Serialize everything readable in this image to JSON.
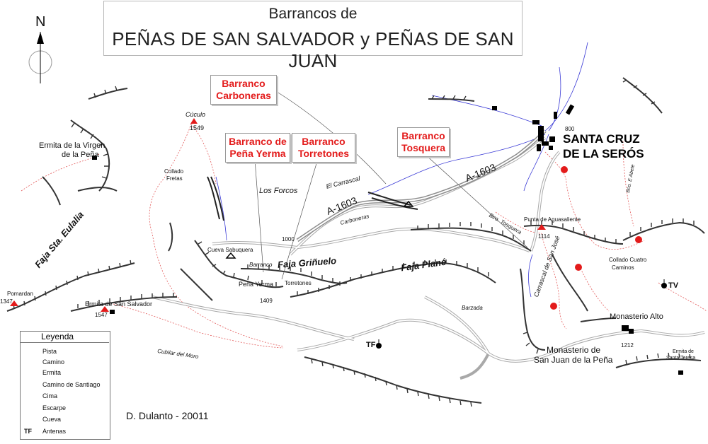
{
  "title": {
    "line1": "Barrancos de",
    "line2": "PEÑAS DE SAN SALVADOR  y PEÑAS DE SAN JUAN"
  },
  "compass": {
    "north": "N"
  },
  "callouts": {
    "carboneras": [
      "Barranco",
      "Carboneras"
    ],
    "pena_yerma": [
      "Barranco de",
      "Peña Yerma"
    ],
    "torretones": [
      "Barranco",
      "Torretones"
    ],
    "tosquera": [
      "Barranco",
      "Tosquera"
    ]
  },
  "town": [
    "SANTA CRUZ",
    "DE LA SERÓS"
  ],
  "places": {
    "cuculo": "Cúculo",
    "cuculo_alt": "1549",
    "ermita_virgen_1": "Ermita de la Virgen",
    "ermita_virgen_2": "de la Peña",
    "collado_fretas_1": "Collado",
    "collado_fretas_2": "Fretas",
    "los_forcos": "Los Forcos",
    "el_carrascal": "El Carrascal",
    "road_a1603_a": "A-1603",
    "road_a1603_b": "A-1603",
    "carboneras": "Carboneras",
    "alt_1000": "1000",
    "cueva_sabuquera": "Cueva Sabuquera",
    "barranco_small": "Barranco",
    "faja_grinuelo": "Faja Griñuelo",
    "faja_plane": "Faja Plané",
    "pena_yerma": "Peña Yerma",
    "torretones": "Torretones",
    "alt_1409": "1409",
    "faja_sta_eulalia": "Faja Sta. Eulalia",
    "pomardan": "Pomardan",
    "alt_1347": "1347",
    "ermita_san_salvador": "Ermita de San Salvador",
    "alt_1547": "1547",
    "cubilar_del_moro": "Cubilar del Moro",
    "barzada": "Barzada",
    "tf_1": "TF",
    "bco_tosquera": "Bco. Tosquera",
    "punta_aguasaliente": "Punta de Aguasaliente",
    "alt_1114": "1114",
    "carrascal_san_jose": "Carrascal de San José",
    "bco_abete": "Bco. E Abete",
    "alt_800": "800",
    "collado_cuatro_1": "Collado Cuatro",
    "collado_cuatro_2": "Caminos",
    "tv": "TV",
    "monasterio_alto": "Monasterio Alto",
    "alt_1212": "1212",
    "monasterio_sj_1": "Monasterio de",
    "monasterio_sj_2": "San Juan de la Peña",
    "ermita_teresa_1": "Ermita de",
    "ermita_teresa_2": "Santa Teresa"
  },
  "legend": {
    "title": "Leyenda",
    "items": [
      {
        "label": "Pista",
        "icon": "track-icon"
      },
      {
        "label": "Camino",
        "icon": "path-icon"
      },
      {
        "label": "Ermita",
        "icon": "hermitage-icon"
      },
      {
        "label": "Camino de Santiago",
        "icon": "scallop-shell-icon"
      },
      {
        "label": "Cima",
        "icon": "summit-triangle-icon"
      },
      {
        "label": "Escarpe",
        "icon": "escarpment-icon"
      },
      {
        "label": "Cueva",
        "icon": "cave-icon"
      },
      {
        "label": "Antenas",
        "icon": "antenna-icon"
      }
    ],
    "tf": "TF"
  },
  "credit": "D. Dulanto - 20011",
  "colors": {
    "callout_text": "#e31b1b",
    "camino": "#e35a5a",
    "river": "#3b3bd6",
    "pista": "#a9a9a9",
    "escarpe": "#333333"
  }
}
